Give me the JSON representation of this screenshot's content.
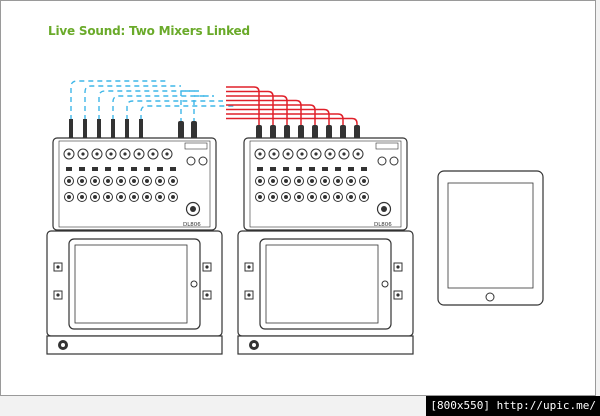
{
  "title": "Live Sound: Two Mixers Linked",
  "mixers": [
    {
      "id": "mixer-1",
      "model_label": "DL806",
      "input_jacks": 6,
      "link_jacks": 2
    },
    {
      "id": "mixer-2",
      "model_label": "DL806",
      "input_jacks": 8
    }
  ],
  "watermark": "[800x550] http://upic.me/",
  "colors": {
    "title": "#6aaa2a",
    "audio_cable": "#3fb7e8",
    "link_cable": "#e0202a",
    "device_line": "#333333"
  },
  "icons": [
    "mixer-icon",
    "ipad-icon",
    "mackie-logo-icon",
    "home-button-icon"
  ]
}
